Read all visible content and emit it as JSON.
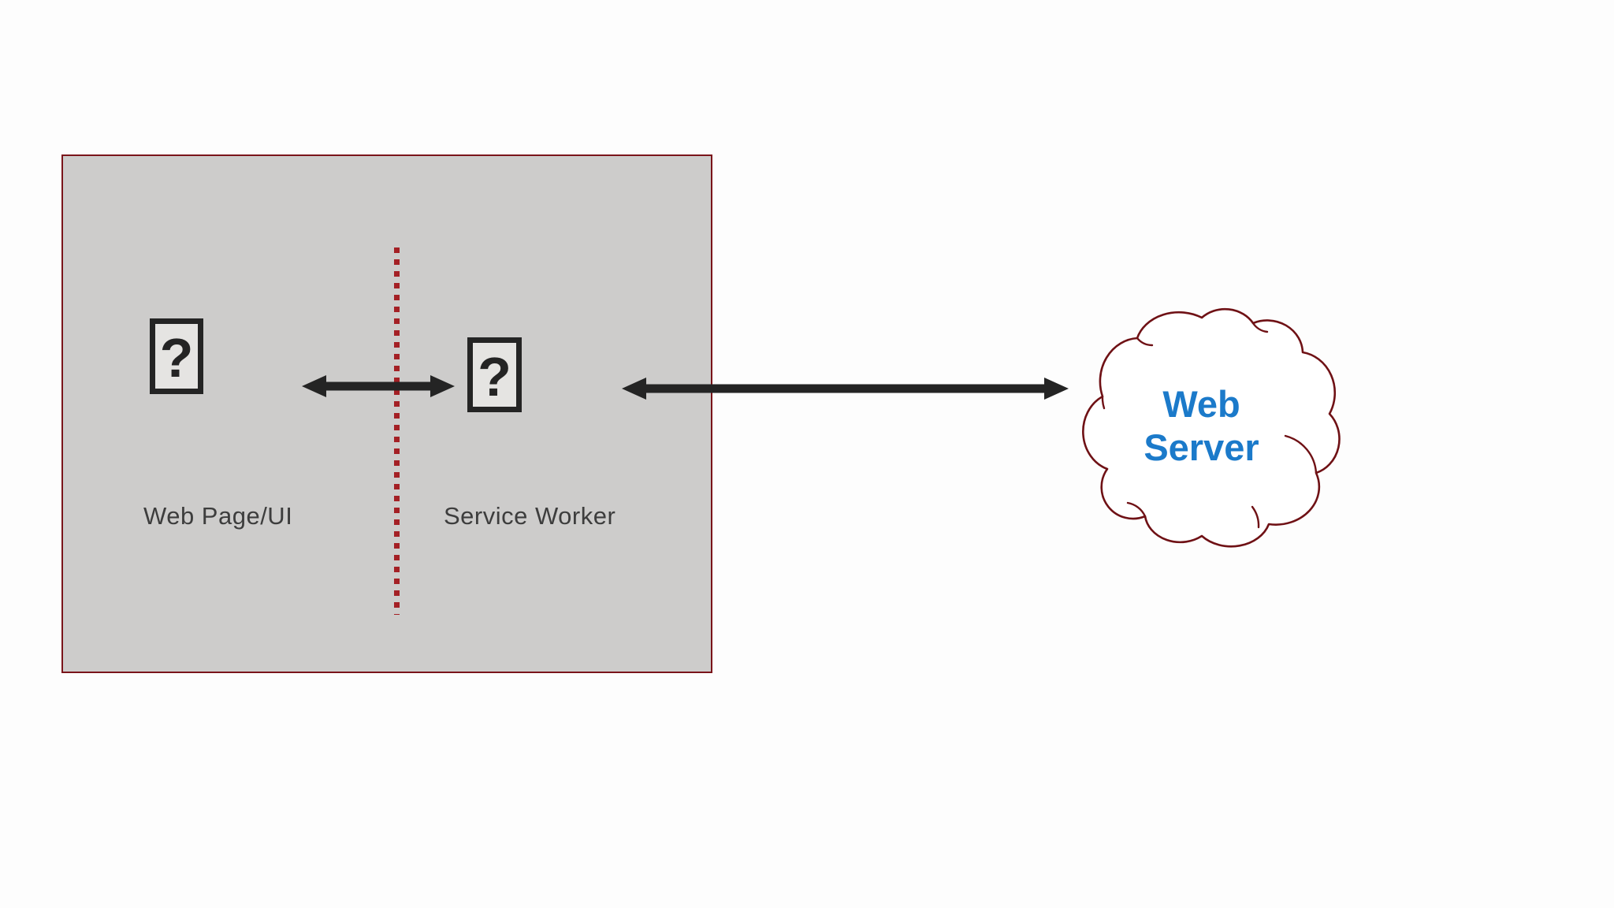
{
  "colors": {
    "page-bg": "#fdfdfd",
    "box-fill": "#cdcccb",
    "box-border": "#7a141a",
    "divider": "#a42025",
    "ink": "#242424",
    "icon-fill": "#e5e4e2",
    "label": "#3d3d3d",
    "cloud-outline": "#6f1115",
    "cloud-fill": "#ffffff",
    "cloud-text": "#1b7aca"
  },
  "box": {
    "left_label": "Web Page/UI",
    "right_label": "Service Worker"
  },
  "icons": {
    "broken_image_glyph": "?"
  },
  "cloud": {
    "label_line1": "Web",
    "label_line2": "Server"
  }
}
